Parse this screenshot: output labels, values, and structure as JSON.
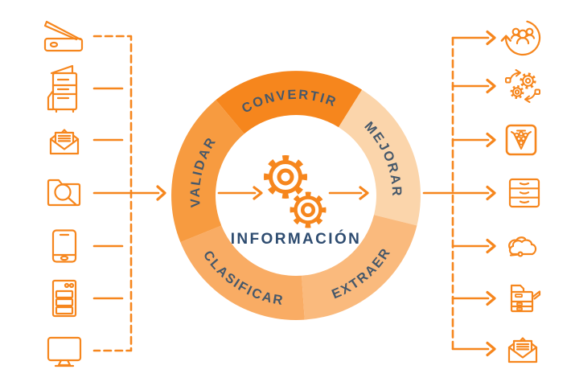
{
  "diagram": {
    "center_label": "INFORMACIÓN",
    "segments": [
      {
        "label": "CONVERTIR",
        "color": "#F6861D"
      },
      {
        "label": "MEJORAR",
        "color": "#FBD5AB"
      },
      {
        "label": "EXTRAER",
        "color": "#FABA7D"
      },
      {
        "label": "CLASIFICAR",
        "color": "#F9AC64"
      },
      {
        "label": "VALIDAR",
        "color": "#F79B40"
      }
    ],
    "colors": {
      "accent": "#F6861D",
      "segment_label": "#46586A",
      "center_label": "#2E4C70",
      "background": "#FFFFFF"
    },
    "input_icons": [
      "scanner",
      "multifunction-printer",
      "open-envelope-letter",
      "folder-search",
      "smartphone",
      "server",
      "desktop-monitor"
    ],
    "output_icons": [
      "team-sync",
      "gears-automation",
      "data-funnel",
      "drawer-cabinet",
      "cloud",
      "office-printer",
      "envelope-letter"
    ]
  }
}
